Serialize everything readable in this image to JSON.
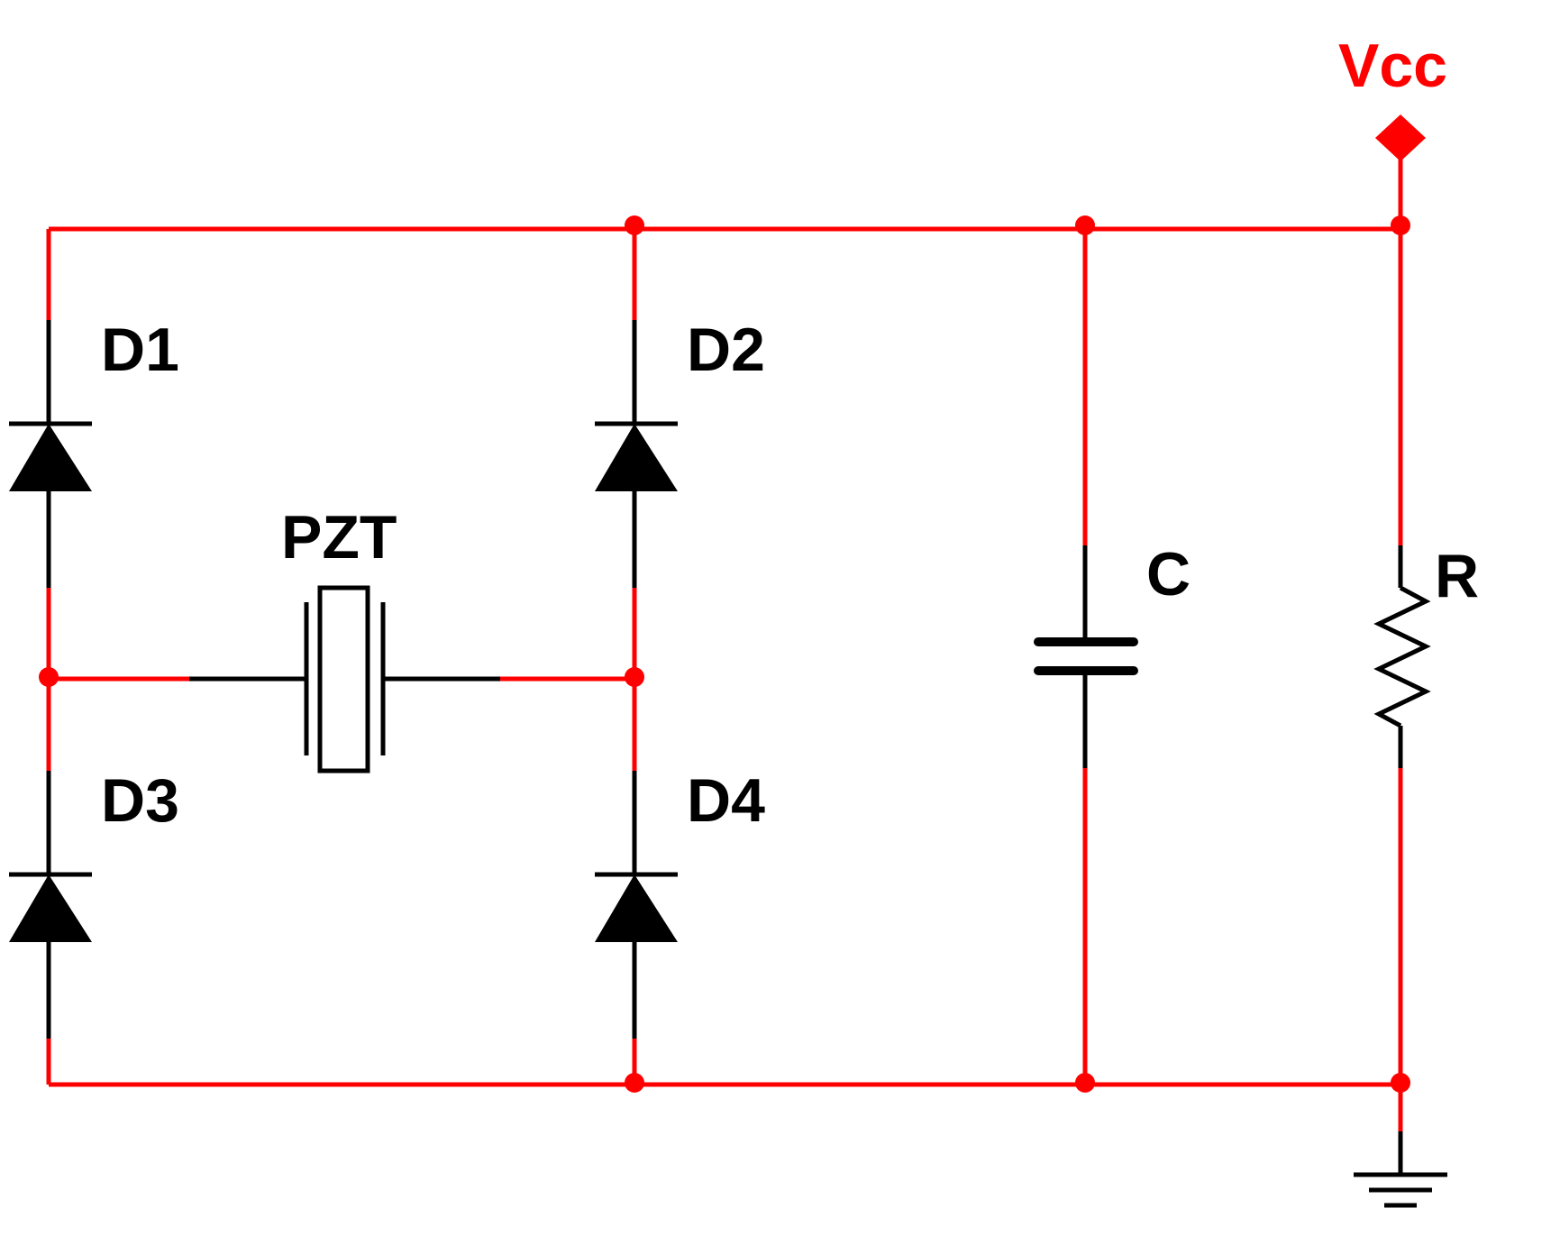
{
  "labels": {
    "vcc": "Vcc",
    "d1": "D1",
    "d2": "D2",
    "d3": "D3",
    "d4": "D4",
    "pzt": "PZT",
    "capacitor": "C",
    "resistor": "R"
  },
  "colors": {
    "wire": "#ff0000",
    "component": "#000000",
    "background": "#ffffff"
  },
  "icons": {
    "supply": "diamond-power-terminal",
    "ground": "ground-symbol",
    "junction": "filled-dot"
  }
}
